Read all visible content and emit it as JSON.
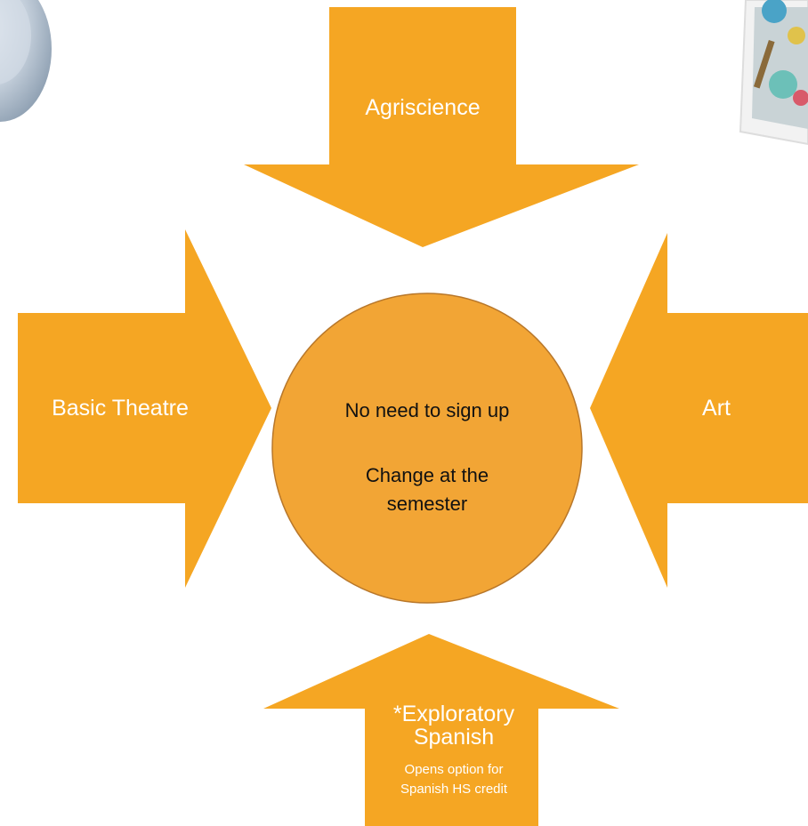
{
  "colors": {
    "arrow": "#F5A623",
    "circle_fill": "#F2A535",
    "circle_stroke": "#B8772A",
    "arrow_text": "#FFFFFF",
    "center_text": "#111111"
  },
  "decorations": {
    "top_left": "globe-photo-fragment",
    "top_right": "paint-palette-photo-fragment"
  },
  "diagram": {
    "top_arrow": {
      "label": "Agriscience"
    },
    "left_arrow": {
      "label": "Basic Theatre"
    },
    "right_arrow": {
      "label": "Art"
    },
    "bottom_arrow": {
      "label_line1": "*Exploratory",
      "label_line2": "Spanish",
      "note_line1": "Opens option for",
      "note_line2": "Spanish HS credit"
    },
    "center": {
      "line1": "No need to sign up",
      "line2": "Change at the",
      "line3": "semester"
    }
  }
}
